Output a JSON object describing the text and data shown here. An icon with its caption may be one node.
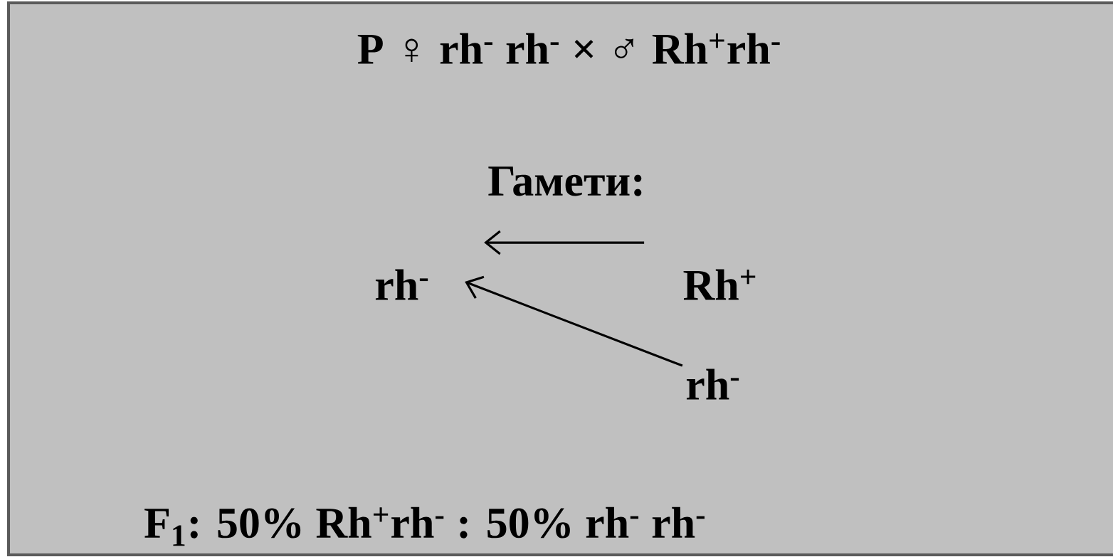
{
  "diagram": {
    "title": "P ♀ rh$^{-}$ rh$^{-}$  × ♂ Rh$^{+}$rh$^{-}$",
    "nodes": [
      {
        "text": [
          "rh$^{-}$"
        ]
      },
      {
        "text": [
          "Rh$^{+}$"
        ]
      },
      {
        "text": [
          "rh$^{-}$"
        ]
      }
    ],
    "edges": [
      {
        "from": 1,
        "to": 0,
        "arrow": "to"
      },
      {
        "from": 2,
        "to": 0,
        "arrow": "to"
      }
    ],
    "labels": [
      "Гамети:",
      "F$_{1}$:    50%  Rh$^{+}$rh$^{-}$  :  50% rh$^{-}$ rh$^{-}$"
    ]
  }
}
